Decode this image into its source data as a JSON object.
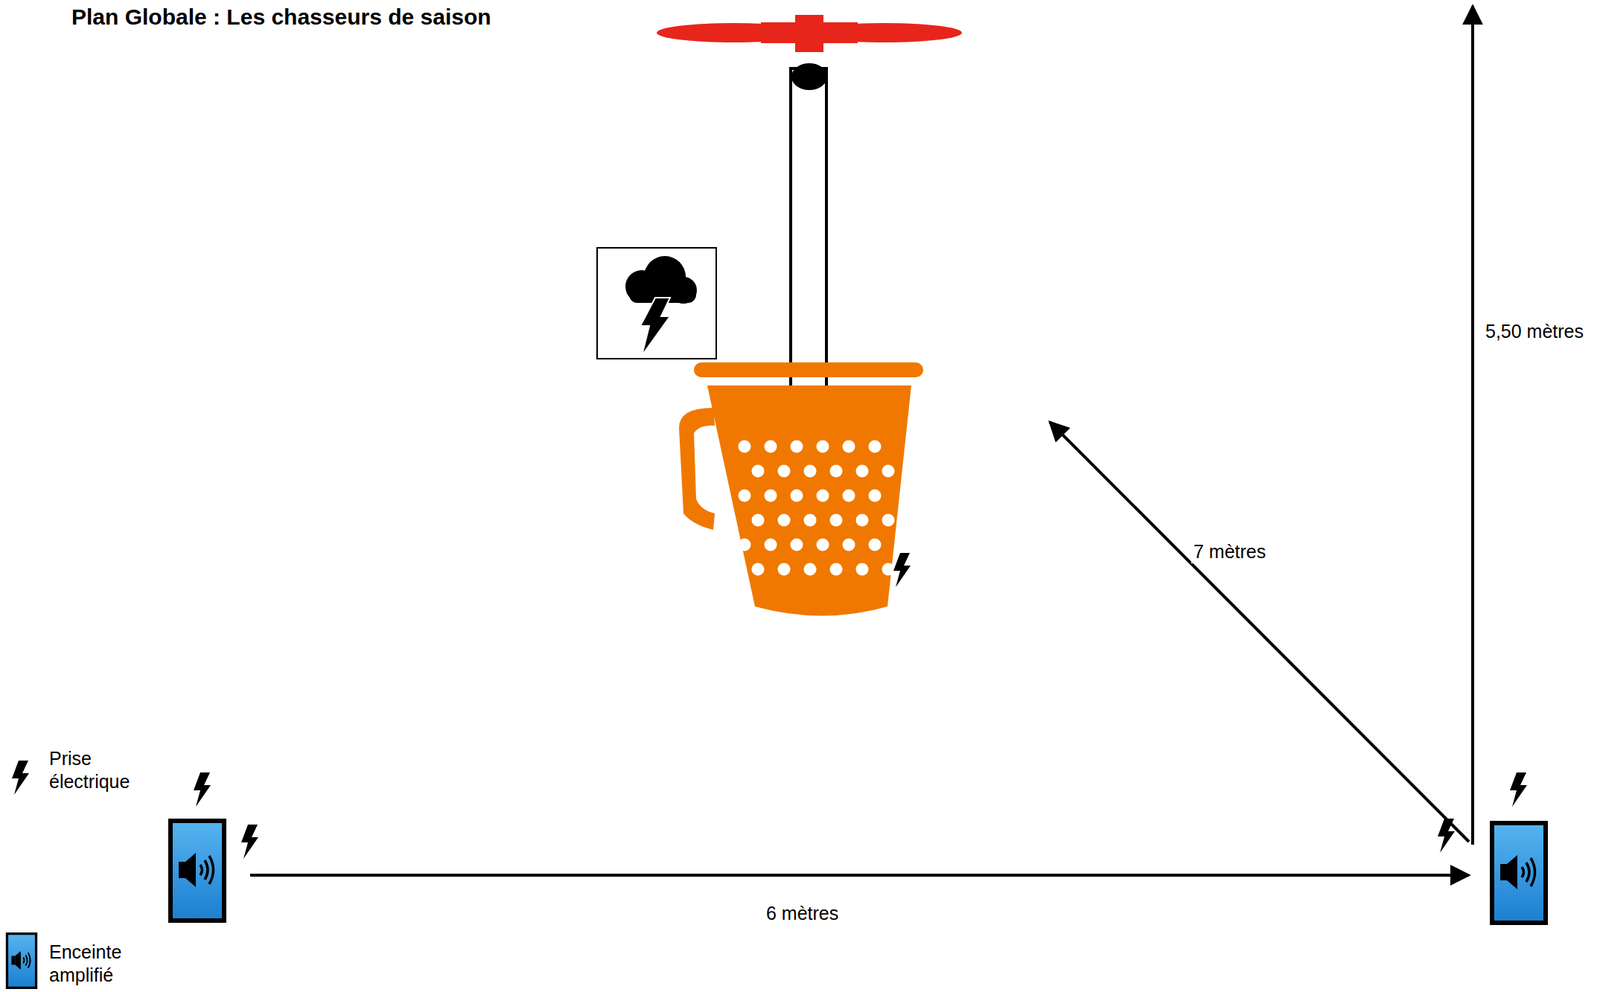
{
  "diagram": {
    "title": "Plan Globale : Les chasseurs de saison",
    "labels": [
      "5,50 mètres",
      "7 mètres",
      "6 mètres"
    ],
    "legend": [
      {
        "text": "Prise électrique"
      },
      {
        "text": "Enceinte amplifié"
      }
    ]
  }
}
